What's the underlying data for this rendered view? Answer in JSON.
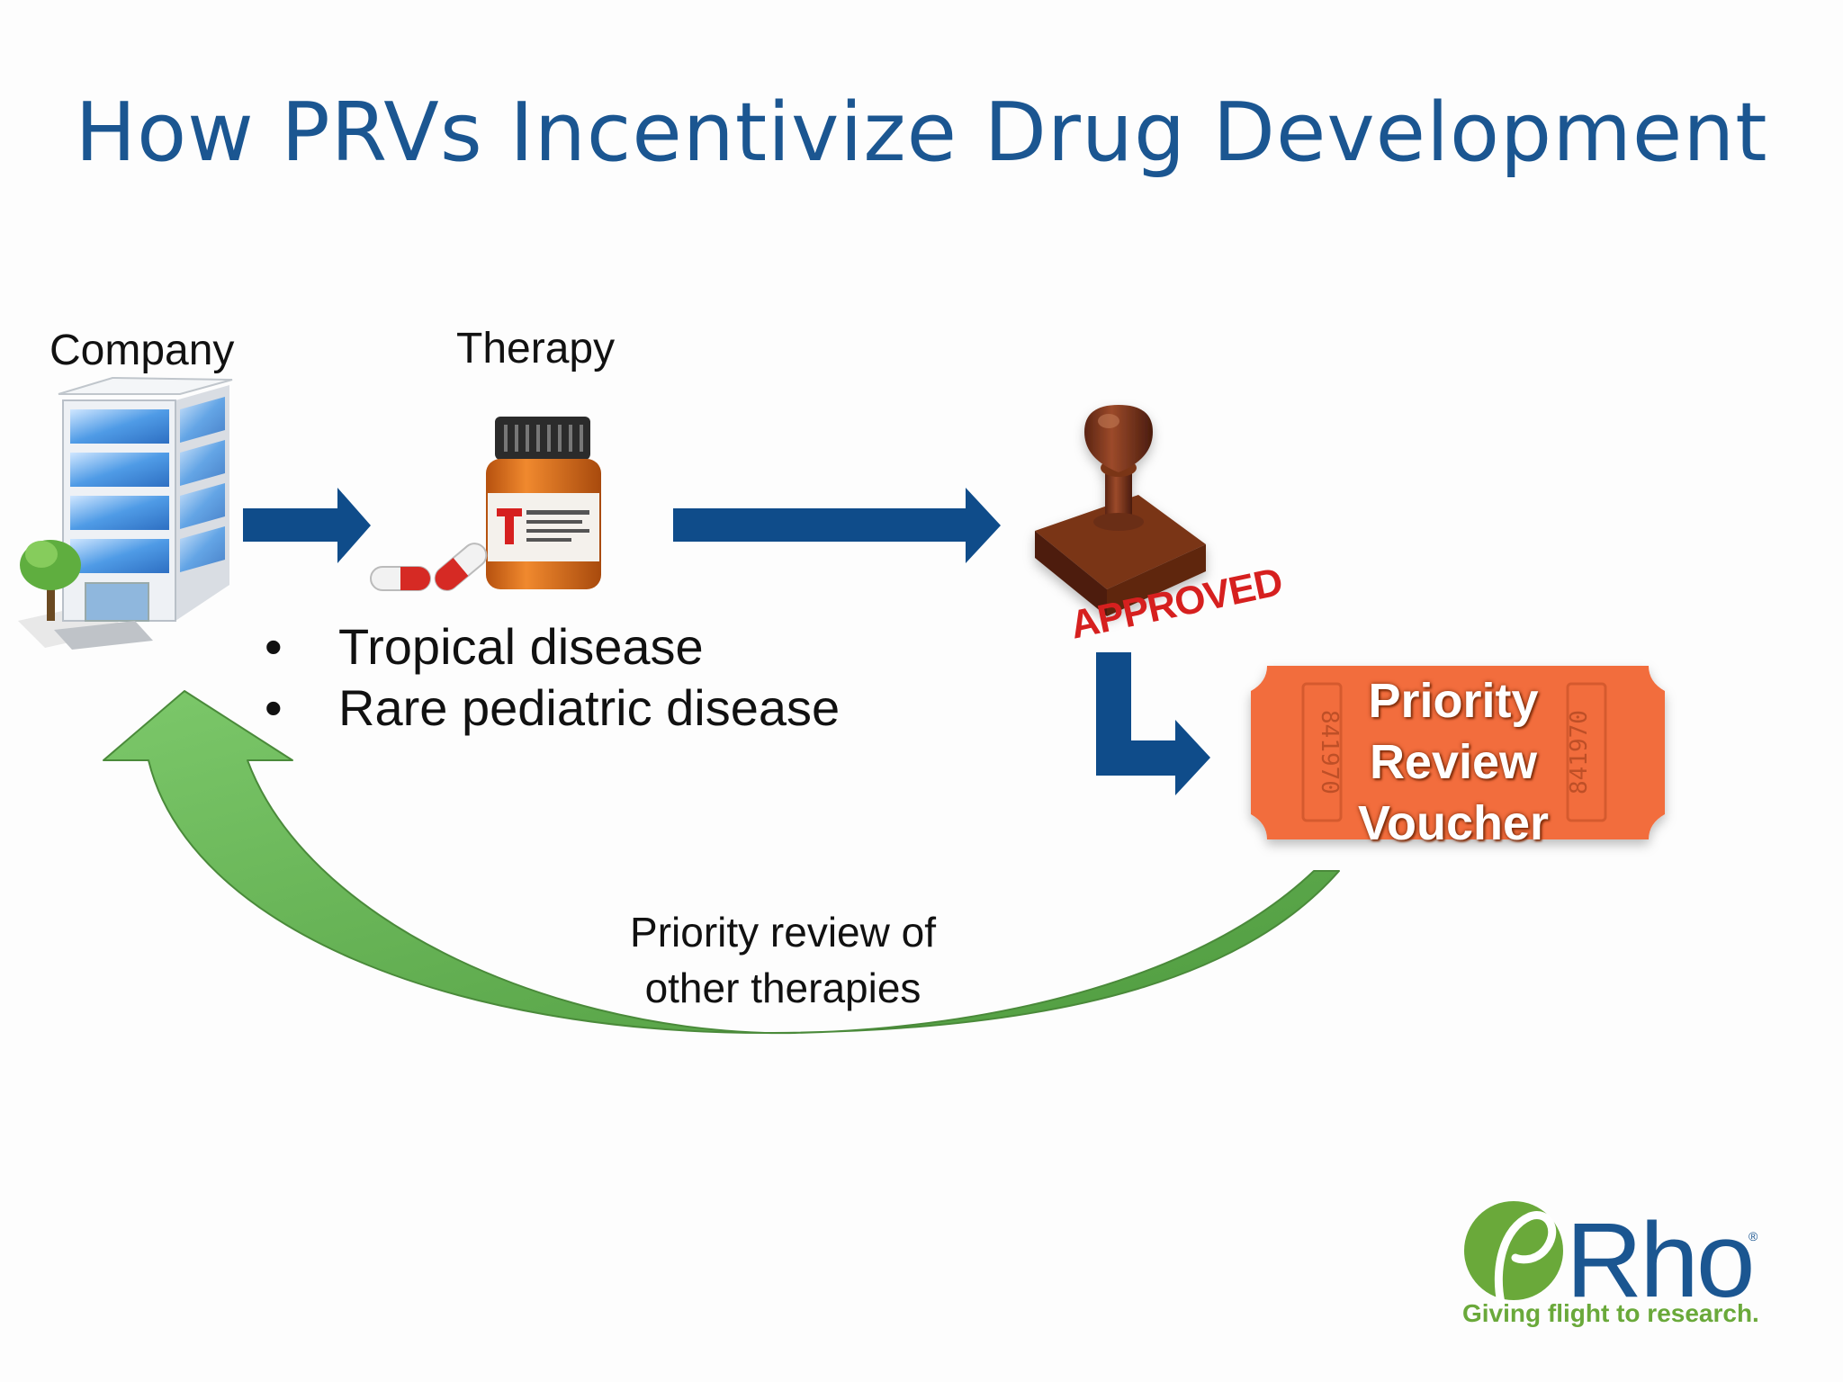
{
  "title": "How PRVs Incentivize Drug Development",
  "nodes": {
    "company": "Company",
    "therapy": "Therapy"
  },
  "therapy_targets": [
    "Tropical disease",
    "Rare pediatric disease"
  ],
  "bullet_char": "•",
  "stamp_text": "APPROVED",
  "voucher": {
    "lines": [
      "Priority",
      "Review",
      "Voucher"
    ],
    "serial": "841970"
  },
  "return_flow": {
    "line1": "Priority review of",
    "line2": "other therapies"
  },
  "logo": {
    "name": "Rho",
    "registered": "®",
    "tagline": "Giving flight to research."
  },
  "colors": {
    "title": "#1b5691",
    "arrow_blue": "#0f4c8a",
    "arrow_green": "#6ab858",
    "voucher_orange": "#f26d3d",
    "stamp_red": "#d6201f",
    "logo_green": "#6aa93a"
  }
}
